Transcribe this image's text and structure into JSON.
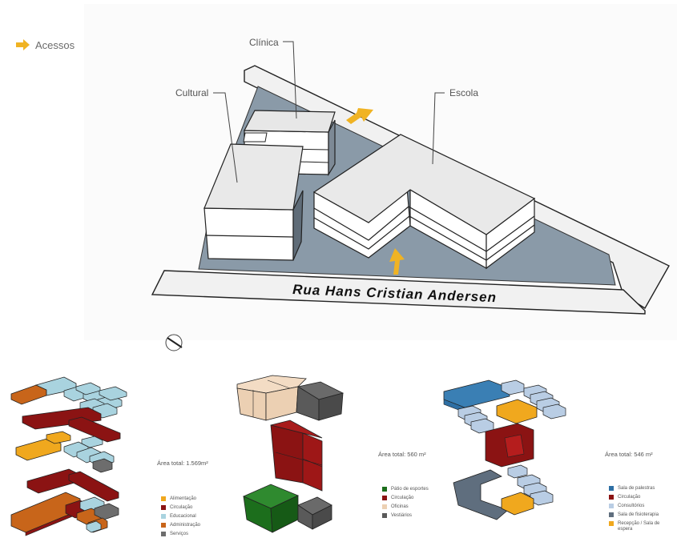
{
  "access_legend": {
    "label": "Acessos",
    "icon": "arrow-right-icon",
    "color": "#f0b323"
  },
  "site": {
    "street_label": "Rua Hans Cristian Andersen",
    "buildings": {
      "clinica": "Clínica",
      "cultural": "Cultural",
      "escola": "Escola"
    },
    "north_icon": "compass-icon"
  },
  "diagrams": [
    {
      "total_area": "Área total: 1.569m²",
      "legend": [
        {
          "label": "Alimentação",
          "color": "#f0a81e"
        },
        {
          "label": "Circulação",
          "color": "#8b1313"
        },
        {
          "label": "Educacional",
          "color": "#a9d3df"
        },
        {
          "label": "Administração",
          "color": "#c8651a"
        },
        {
          "label": "Serviços",
          "color": "#6d6d6d"
        }
      ]
    },
    {
      "total_area": "Área total: 560 m²",
      "legend": [
        {
          "label": "Pátio de esportes",
          "color": "#1c6e1c"
        },
        {
          "label": "Circulação",
          "color": "#8b1313"
        },
        {
          "label": "Oficinas",
          "color": "#ecd0b3"
        },
        {
          "label": "Vestiários",
          "color": "#5a5a5a"
        }
      ]
    },
    {
      "total_area": "Área total: 546 m²",
      "legend": [
        {
          "label": "Sala de palestras",
          "color": "#2e6fa4"
        },
        {
          "label": "Circulação",
          "color": "#8b1313"
        },
        {
          "label": "Consultórios",
          "color": "#b9cde4"
        },
        {
          "label": "Sala de fisioterapia",
          "color": "#5f6e7e"
        },
        {
          "label": "Recepção / Sala de espera",
          "color": "#f0a81e"
        }
      ]
    }
  ]
}
